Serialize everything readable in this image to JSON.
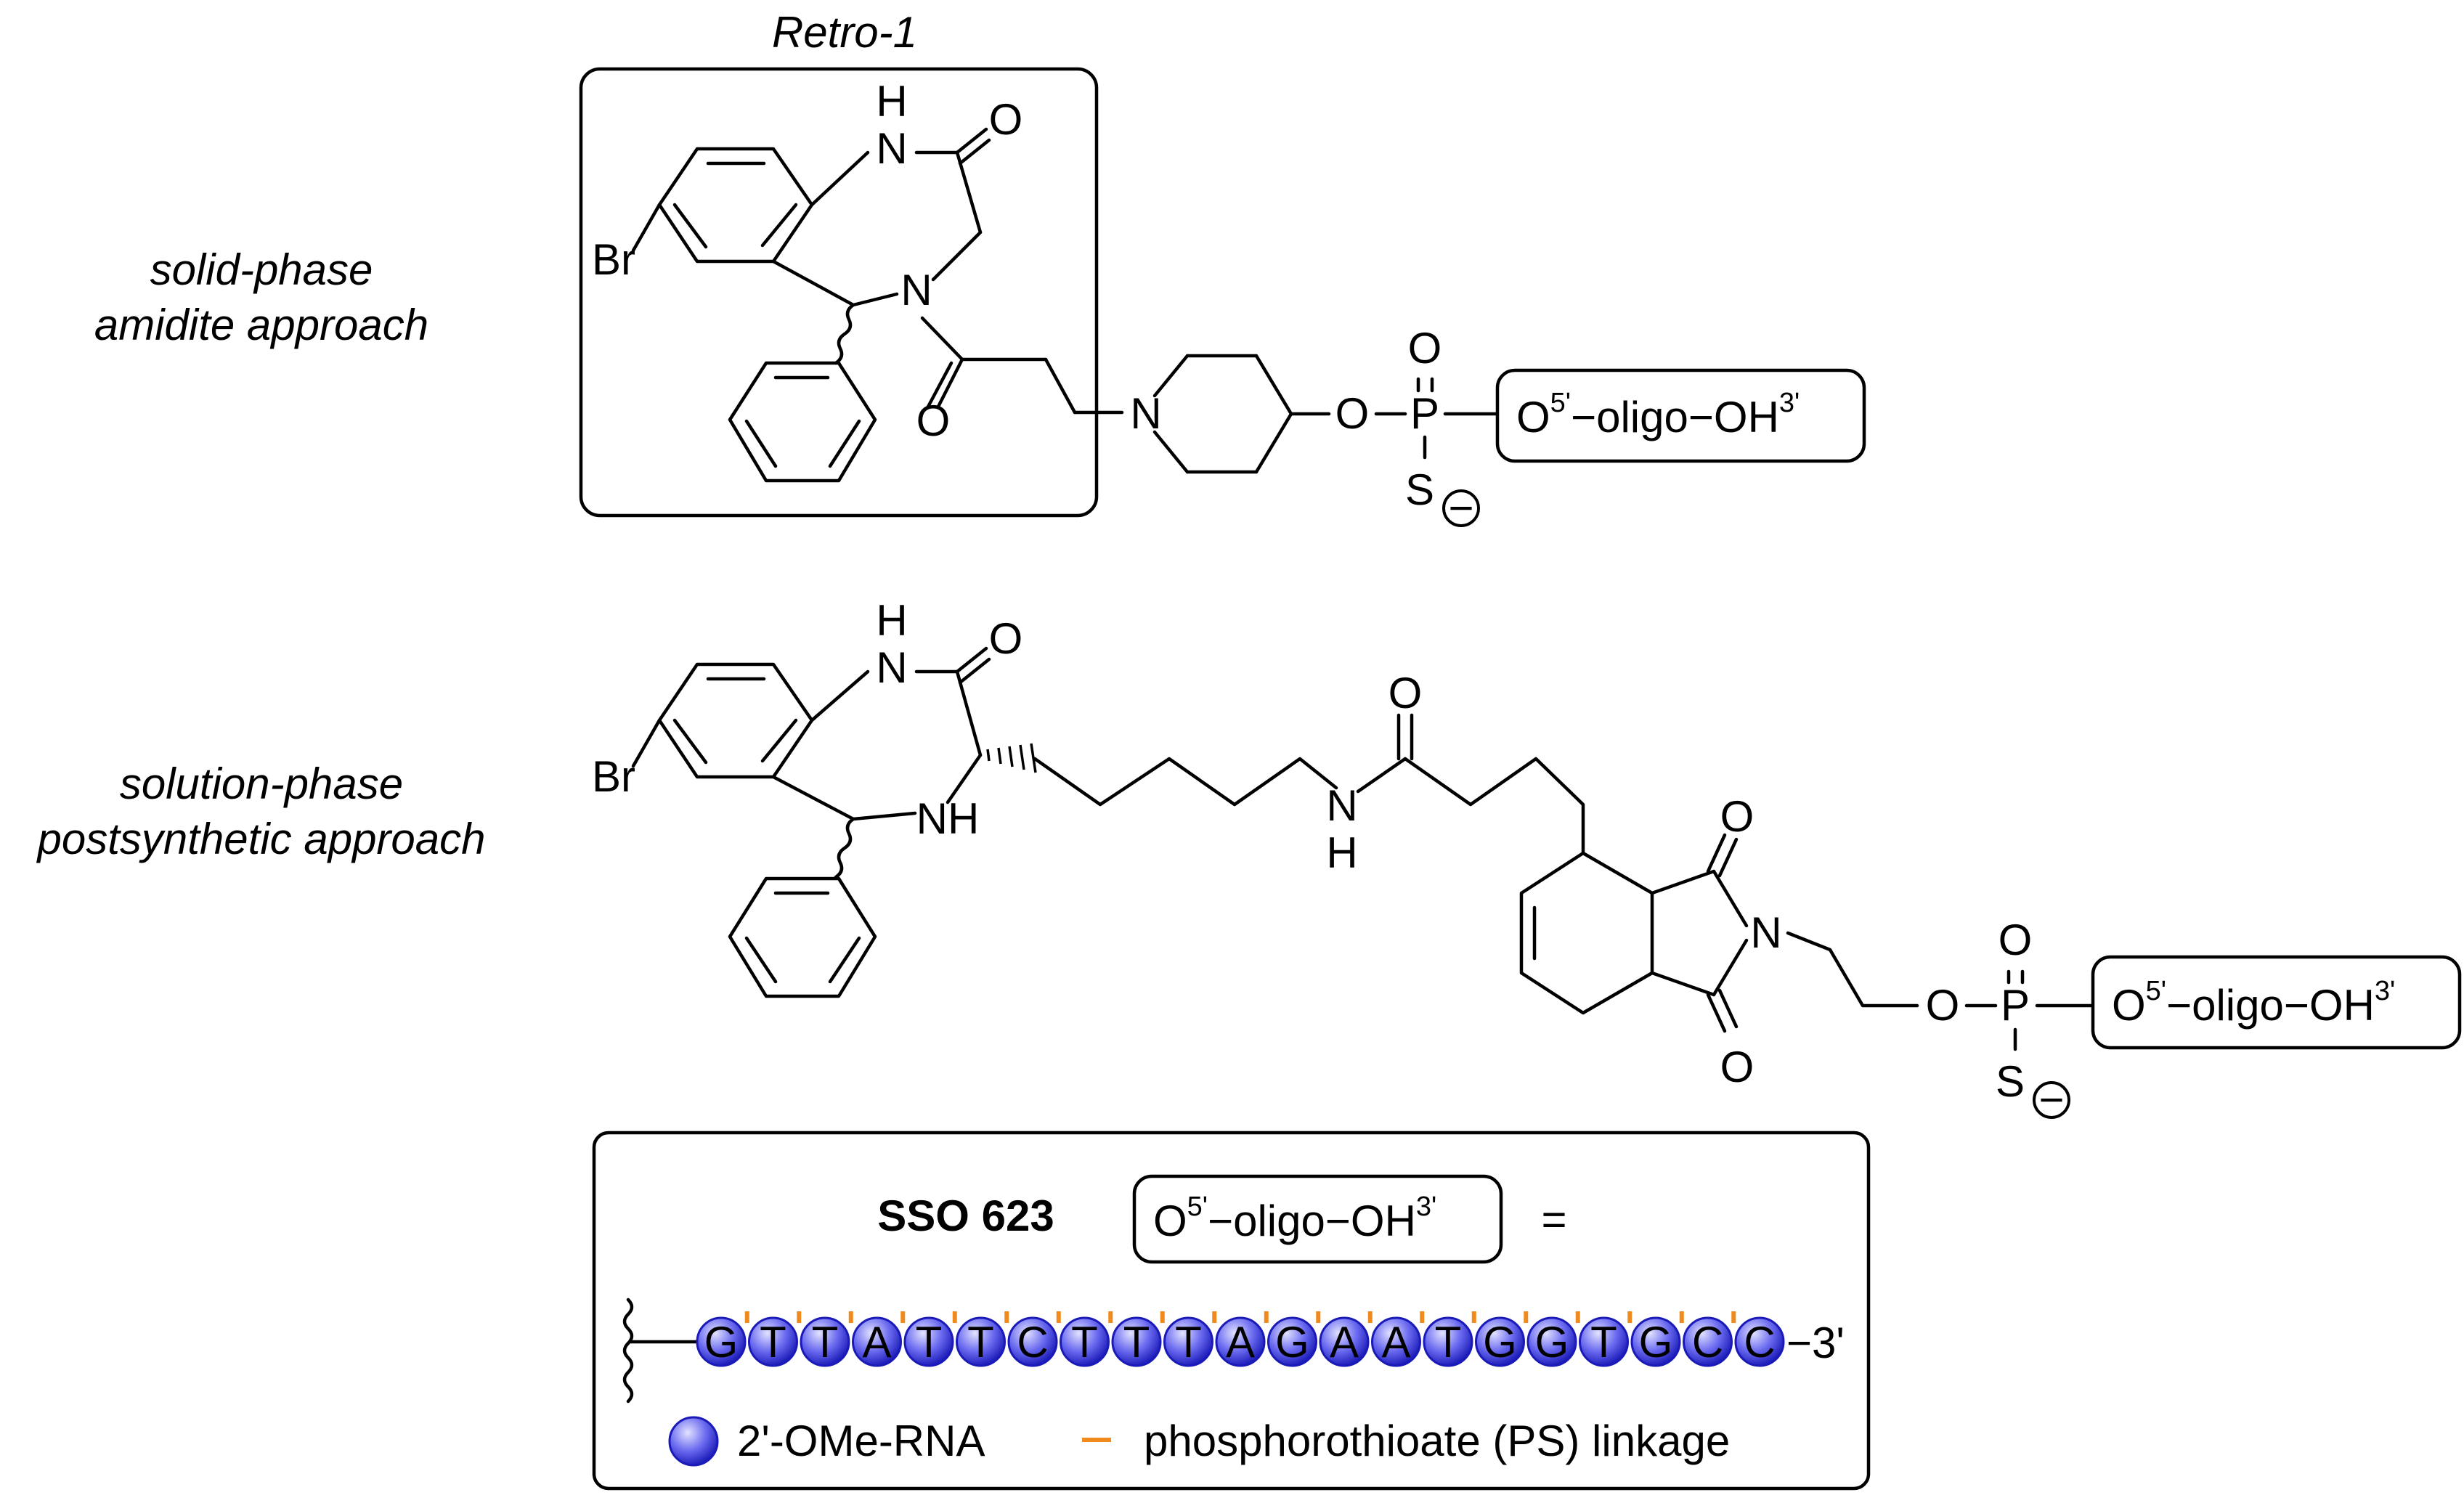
{
  "captions": {
    "retro": "Retro-1",
    "solid_line1": "solid-phase",
    "solid_line2": "amidite approach",
    "solution_line1": "solution-phase",
    "solution_line2": "postsynthetic approach"
  },
  "atoms": {
    "H": "H",
    "N": "N",
    "O": "O",
    "Br": "Br",
    "P": "P",
    "S": "S",
    "NH": "NH",
    "minus": "−"
  },
  "oligo": {
    "o": "O",
    "five": "5'",
    "oligo": "−oligo−OH",
    "three": "3'"
  },
  "legend": {
    "sso_label": "SSO 623",
    "equals": "=",
    "three_prime_end": "−3'",
    "ome_label": "2'-OMe-RNA",
    "ps_label": "phosphorothioate (PS) linkage",
    "sequence": [
      "G",
      "T",
      "T",
      "A",
      "T",
      "T",
      "C",
      "T",
      "T",
      "T",
      "A",
      "G",
      "A",
      "A",
      "T",
      "G",
      "G",
      "T",
      "G",
      "C",
      "C"
    ]
  },
  "colors": {
    "nucleotide": "#3434d6",
    "nucleotide_highlight": "#d8d8ff",
    "ps_linkage": "#f08a1c",
    "line": "#000000"
  }
}
